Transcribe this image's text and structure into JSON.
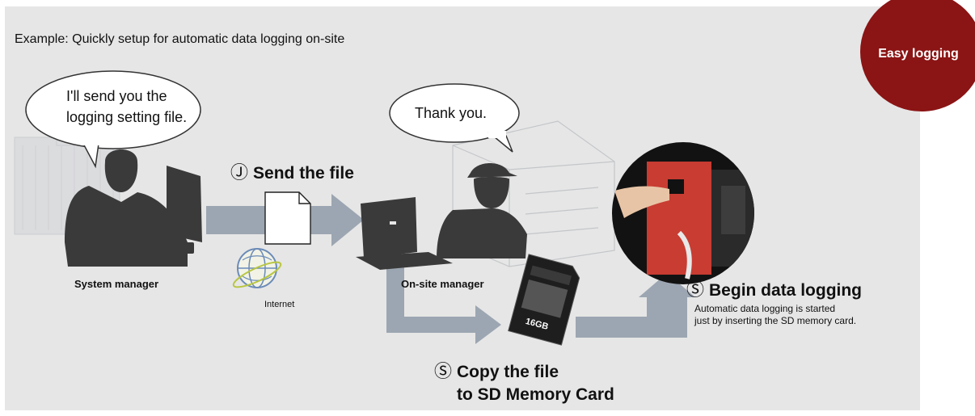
{
  "caption": "Example: Quickly setup for automatic data logging on-site",
  "badge": "Easy logging",
  "bubbles": {
    "sender_line1": "I'll send you the",
    "sender_line2": "logging setting file.",
    "receiver": "Thank you."
  },
  "steps": {
    "send": {
      "marker": "Ⓙ",
      "text": "Send the file"
    },
    "copy": {
      "marker": "Ⓢ",
      "line1": "Copy the file",
      "line2": "to SD Memory Card"
    },
    "begin": {
      "marker": "Ⓢ",
      "text": "Begin data logging",
      "note_line1": "Automatic data logging is started",
      "note_line2": "just by inserting the SD memory card."
    }
  },
  "labels": {
    "system_manager": "System manager",
    "onsite_manager": "On-site manager",
    "internet": "Internet",
    "sd_card_capacity": "16GB"
  },
  "colors": {
    "badge": "#8b1414",
    "panel": "#e6e6e6",
    "arrow": "#8e9aa8",
    "module": "#c83c32"
  }
}
